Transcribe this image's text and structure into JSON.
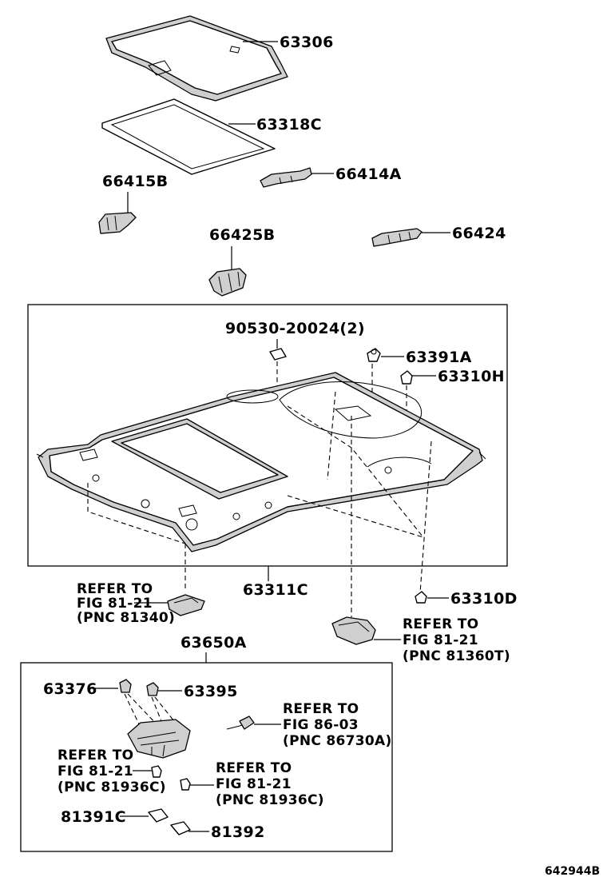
{
  "parts": {
    "p63306": "63306",
    "p63318C": "63318C",
    "p66415B": "66415B",
    "p66414A": "66414A",
    "p66425B": "66425B",
    "p66424": "66424",
    "p90530": "90530-20024(2)",
    "p63391A": "63391A",
    "p63310H": "63310H",
    "p63311C": "63311C",
    "p63310D": "63310D",
    "p63650A": "63650A",
    "p63376": "63376",
    "p63395": "63395",
    "p81391C": "81391C",
    "p81392": "81392"
  },
  "refs": {
    "r81340": {
      "l1": "REFER TO",
      "l2": "FIG 81-21",
      "l3": "(PNC 81340)"
    },
    "r81360T": {
      "l1": "REFER TO",
      "l2": "FIG 81-21",
      "l3": "(PNC 81360T)"
    },
    "r86730A": {
      "l1": "REFER TO",
      "l2": "FIG 86-03",
      "l3": "(PNC 86730A)"
    },
    "r81936Ca": {
      "l1": "REFER TO",
      "l2": "FIG 81-21",
      "l3": "(PNC 81936C)"
    },
    "r81936Cb": {
      "l1": "REFER TO",
      "l2": "FIG 81-21",
      "l3": "(PNC 81936C)"
    }
  },
  "diagram_code": "642944B"
}
